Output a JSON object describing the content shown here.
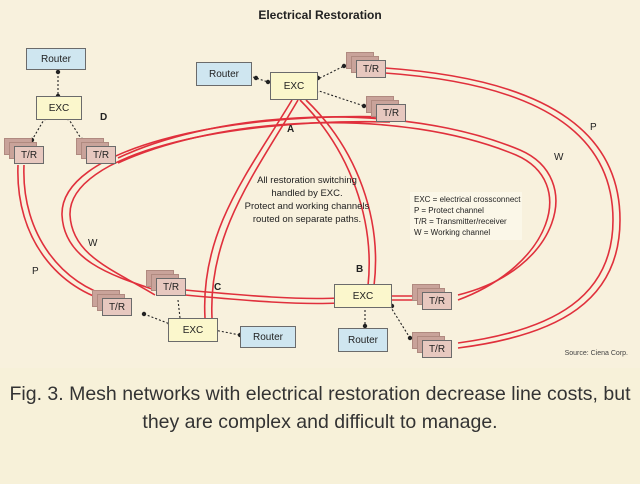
{
  "title": "Electrical Restoration",
  "routers": [
    "Router",
    "Router",
    "Router",
    "Router"
  ],
  "exc_label": "EXC",
  "tr_label": "T/R",
  "node_labels": {
    "a": "A",
    "b": "B",
    "c": "C",
    "d": "D"
  },
  "path_labels": {
    "p": "P",
    "w": "W"
  },
  "center_note": [
    "All restoration switching",
    "handled by EXC.",
    "Protect and working channels",
    "routed on separate paths."
  ],
  "legend": [
    "EXC = electrical crossconnect",
    "P = Protect channel",
    "T/R = Transmitter/receiver",
    "W = Working channel"
  ],
  "source": "Source: Ciena Corp.",
  "caption": "Fig. 3. Mesh networks with electrical restoration decrease line costs, but they are complex and difficult to manage.",
  "colors": {
    "link": "#e0303c",
    "router": "#cfe6f0",
    "exc": "#fbf7cc",
    "tr": "#e7c8bf"
  }
}
